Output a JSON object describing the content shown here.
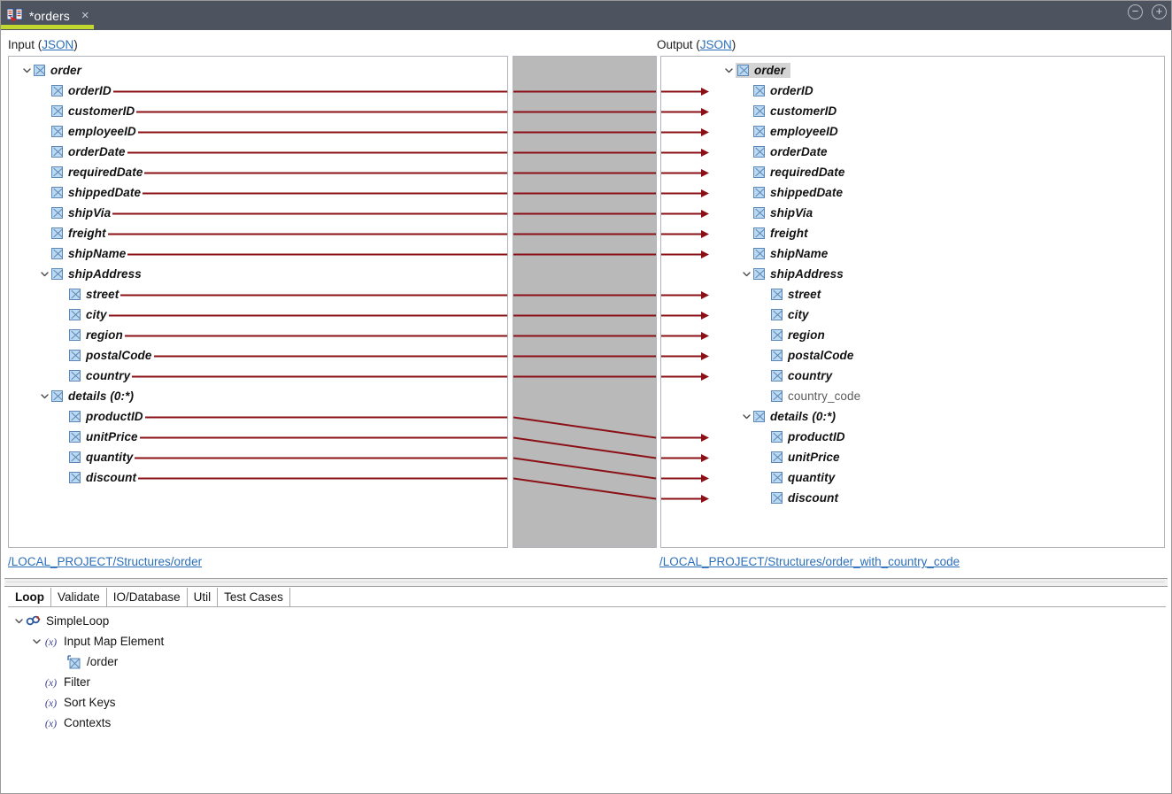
{
  "titlebar": {
    "tab_icon": "mapping-document-icon",
    "tab_title": "*orders",
    "close_label": "×",
    "minimize_label": "−",
    "maximize_label": "+"
  },
  "input_panel": {
    "label_prefix": "Input (",
    "label_link": "JSON",
    "label_suffix": ")",
    "path_link": "/LOCAL_PROJECT/Structures/order",
    "tree": [
      {
        "label": "order",
        "depth": 0,
        "expander": "down",
        "checkbox": true,
        "mapped": false,
        "style": "bold-italic"
      },
      {
        "label": "orderID",
        "depth": 1,
        "expander": "none",
        "checkbox": true,
        "mapped": true,
        "style": "bold-italic"
      },
      {
        "label": "customerID",
        "depth": 1,
        "expander": "none",
        "checkbox": true,
        "mapped": true,
        "style": "bold-italic"
      },
      {
        "label": "employeeID",
        "depth": 1,
        "expander": "none",
        "checkbox": true,
        "mapped": true,
        "style": "bold-italic"
      },
      {
        "label": "orderDate",
        "depth": 1,
        "expander": "none",
        "checkbox": true,
        "mapped": true,
        "style": "bold-italic"
      },
      {
        "label": "requiredDate",
        "depth": 1,
        "expander": "none",
        "checkbox": true,
        "mapped": true,
        "style": "bold-italic"
      },
      {
        "label": "shippedDate",
        "depth": 1,
        "expander": "none",
        "checkbox": true,
        "mapped": true,
        "style": "bold-italic"
      },
      {
        "label": "shipVia",
        "depth": 1,
        "expander": "none",
        "checkbox": true,
        "mapped": true,
        "style": "bold-italic"
      },
      {
        "label": "freight",
        "depth": 1,
        "expander": "none",
        "checkbox": true,
        "mapped": true,
        "style": "bold-italic"
      },
      {
        "label": "shipName",
        "depth": 1,
        "expander": "none",
        "checkbox": true,
        "mapped": true,
        "style": "bold-italic"
      },
      {
        "label": "shipAddress",
        "depth": 1,
        "expander": "down",
        "checkbox": true,
        "mapped": false,
        "style": "bold-italic"
      },
      {
        "label": "street",
        "depth": 2,
        "expander": "none",
        "checkbox": true,
        "mapped": true,
        "style": "bold-italic"
      },
      {
        "label": "city",
        "depth": 2,
        "expander": "none",
        "checkbox": true,
        "mapped": true,
        "style": "bold-italic"
      },
      {
        "label": "region",
        "depth": 2,
        "expander": "none",
        "checkbox": true,
        "mapped": true,
        "style": "bold-italic"
      },
      {
        "label": "postalCode",
        "depth": 2,
        "expander": "none",
        "checkbox": true,
        "mapped": true,
        "style": "bold-italic"
      },
      {
        "label": "country",
        "depth": 2,
        "expander": "none",
        "checkbox": true,
        "mapped": true,
        "style": "bold-italic"
      },
      {
        "label": "details (0:*)",
        "depth": 1,
        "expander": "down",
        "checkbox": true,
        "mapped": false,
        "style": "bold-italic"
      },
      {
        "label": "productID",
        "depth": 2,
        "expander": "none",
        "checkbox": true,
        "mapped": true,
        "style": "bold-italic"
      },
      {
        "label": "unitPrice",
        "depth": 2,
        "expander": "none",
        "checkbox": true,
        "mapped": true,
        "style": "bold-italic"
      },
      {
        "label": "quantity",
        "depth": 2,
        "expander": "none",
        "checkbox": true,
        "mapped": true,
        "style": "bold-italic"
      },
      {
        "label": "discount",
        "depth": 2,
        "expander": "none",
        "checkbox": true,
        "mapped": true,
        "style": "bold-italic"
      }
    ]
  },
  "output_panel": {
    "label_prefix": "Output (",
    "label_link": "JSON",
    "label_suffix": ")",
    "path_link": "/LOCAL_PROJECT/Structures/order_with_country_code",
    "tree": [
      {
        "label": "order",
        "depth": 0,
        "expander": "down",
        "checkbox": true,
        "mapped": false,
        "selected": true,
        "style": "bold-italic"
      },
      {
        "label": "orderID",
        "depth": 1,
        "expander": "none",
        "checkbox": true,
        "mapped": true,
        "selected": false,
        "style": "bold-italic"
      },
      {
        "label": "customerID",
        "depth": 1,
        "expander": "none",
        "checkbox": true,
        "mapped": true,
        "selected": false,
        "style": "bold-italic"
      },
      {
        "label": "employeeID",
        "depth": 1,
        "expander": "none",
        "checkbox": true,
        "mapped": true,
        "selected": false,
        "style": "bold-italic"
      },
      {
        "label": "orderDate",
        "depth": 1,
        "expander": "none",
        "checkbox": true,
        "mapped": true,
        "selected": false,
        "style": "bold-italic"
      },
      {
        "label": "requiredDate",
        "depth": 1,
        "expander": "none",
        "checkbox": true,
        "mapped": true,
        "selected": false,
        "style": "bold-italic"
      },
      {
        "label": "shippedDate",
        "depth": 1,
        "expander": "none",
        "checkbox": true,
        "mapped": true,
        "selected": false,
        "style": "bold-italic"
      },
      {
        "label": "shipVia",
        "depth": 1,
        "expander": "none",
        "checkbox": true,
        "mapped": true,
        "selected": false,
        "style": "bold-italic"
      },
      {
        "label": "freight",
        "depth": 1,
        "expander": "none",
        "checkbox": true,
        "mapped": true,
        "selected": false,
        "style": "bold-italic"
      },
      {
        "label": "shipName",
        "depth": 1,
        "expander": "none",
        "checkbox": true,
        "mapped": true,
        "selected": false,
        "style": "bold-italic"
      },
      {
        "label": "shipAddress",
        "depth": 1,
        "expander": "down",
        "checkbox": true,
        "mapped": false,
        "selected": false,
        "style": "bold-italic"
      },
      {
        "label": "street",
        "depth": 2,
        "expander": "none",
        "checkbox": true,
        "mapped": true,
        "selected": false,
        "style": "bold-italic"
      },
      {
        "label": "city",
        "depth": 2,
        "expander": "none",
        "checkbox": true,
        "mapped": true,
        "selected": false,
        "style": "bold-italic"
      },
      {
        "label": "region",
        "depth": 2,
        "expander": "none",
        "checkbox": true,
        "mapped": true,
        "selected": false,
        "style": "bold-italic"
      },
      {
        "label": "postalCode",
        "depth": 2,
        "expander": "none",
        "checkbox": true,
        "mapped": true,
        "selected": false,
        "style": "bold-italic"
      },
      {
        "label": "country",
        "depth": 2,
        "expander": "none",
        "checkbox": true,
        "mapped": true,
        "selected": false,
        "style": "bold-italic"
      },
      {
        "label": "country_code",
        "depth": 2,
        "expander": "none",
        "checkbox": true,
        "mapped": false,
        "selected": false,
        "style": "plain"
      },
      {
        "label": "details (0:*)",
        "depth": 1,
        "expander": "down",
        "checkbox": true,
        "mapped": false,
        "selected": false,
        "style": "bold-italic"
      },
      {
        "label": "productID",
        "depth": 2,
        "expander": "none",
        "checkbox": true,
        "mapped": true,
        "selected": false,
        "style": "bold-italic"
      },
      {
        "label": "unitPrice",
        "depth": 2,
        "expander": "none",
        "checkbox": true,
        "mapped": true,
        "selected": false,
        "style": "bold-italic"
      },
      {
        "label": "quantity",
        "depth": 2,
        "expander": "none",
        "checkbox": true,
        "mapped": true,
        "selected": false,
        "style": "bold-italic"
      },
      {
        "label": "discount",
        "depth": 2,
        "expander": "none",
        "checkbox": true,
        "mapped": true,
        "selected": false,
        "style": "bold-italic"
      }
    ]
  },
  "mapping": {
    "line_color": "#8b1016",
    "grid_color": "#b9b9b9",
    "links": [
      {
        "from": "orderID",
        "to": "orderID"
      },
      {
        "from": "customerID",
        "to": "customerID"
      },
      {
        "from": "employeeID",
        "to": "employeeID"
      },
      {
        "from": "orderDate",
        "to": "orderDate"
      },
      {
        "from": "requiredDate",
        "to": "requiredDate"
      },
      {
        "from": "shippedDate",
        "to": "shippedDate"
      },
      {
        "from": "shipVia",
        "to": "shipVia"
      },
      {
        "from": "freight",
        "to": "freight"
      },
      {
        "from": "shipName",
        "to": "shipName"
      },
      {
        "from": "street",
        "to": "street"
      },
      {
        "from": "city",
        "to": "city"
      },
      {
        "from": "region",
        "to": "region"
      },
      {
        "from": "postalCode",
        "to": "postalCode"
      },
      {
        "from": "country",
        "to": "country"
      },
      {
        "from": "productID",
        "to": "productID"
      },
      {
        "from": "unitPrice",
        "to": "unitPrice"
      },
      {
        "from": "quantity",
        "to": "quantity"
      },
      {
        "from": "discount",
        "to": "discount"
      }
    ]
  },
  "bottom": {
    "tabs": [
      {
        "label": "Loop",
        "active": true
      },
      {
        "label": "Validate",
        "active": false
      },
      {
        "label": "IO/Database",
        "active": false
      },
      {
        "label": "Util",
        "active": false
      },
      {
        "label": "Test Cases",
        "active": false
      }
    ],
    "tree": [
      {
        "label": "SimpleLoop",
        "depth": 0,
        "expander": "down",
        "icon": "loop-icon"
      },
      {
        "label": "Input Map Element",
        "depth": 1,
        "expander": "down",
        "icon": "expression-icon"
      },
      {
        "label": "/order",
        "depth": 2,
        "expander": "none",
        "icon": "map-element-icon"
      },
      {
        "label": "Filter",
        "depth": 1,
        "expander": "none",
        "icon": "expression-icon"
      },
      {
        "label": "Sort Keys",
        "depth": 1,
        "expander": "none",
        "icon": "expression-icon"
      },
      {
        "label": "Contexts",
        "depth": 1,
        "expander": "none",
        "icon": "expression-icon"
      }
    ]
  }
}
